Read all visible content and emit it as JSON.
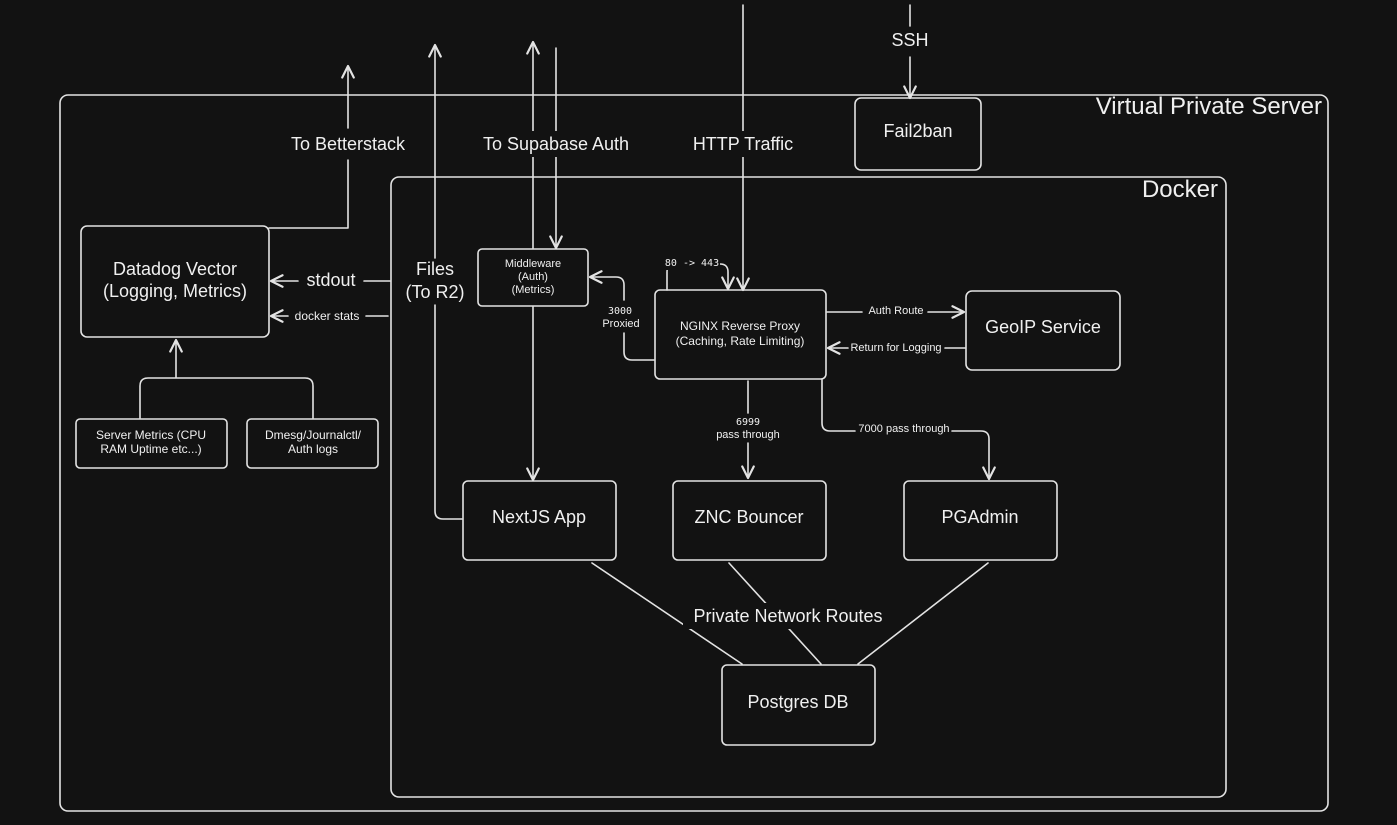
{
  "colors": {
    "background": "#121212",
    "stroke": "#e3e3e3",
    "text": "#f0f0f0"
  },
  "containers": {
    "vps": "Virtual Private Server",
    "docker": "Docker"
  },
  "nodes": {
    "fail2ban": "Fail2ban",
    "datadog_line1": "Datadog Vector",
    "datadog_line2": "(Logging, Metrics)",
    "server_metrics_line1": "Server Metrics (CPU",
    "server_metrics_line2": "RAM Uptime etc...)",
    "dmesg_line1": "Dmesg/Journalctl/",
    "dmesg_line2": "Auth logs",
    "middleware_line1": "Middleware",
    "middleware_line2": "(Auth)",
    "middleware_line3": "(Metrics)",
    "nginx_line1": "NGINX Reverse Proxy",
    "nginx_line2": "(Caching, Rate Limiting)",
    "geoip": "GeoIP Service",
    "nextjs": "NextJS App",
    "znc": "ZNC Bouncer",
    "pgadmin": "PGAdmin",
    "postgres": "Postgres DB"
  },
  "labels": {
    "ssh": "SSH",
    "to_betterstack": "To Betterstack",
    "to_supabase": "To Supabase Auth",
    "http_traffic": "HTTP Traffic",
    "stdout": "stdout",
    "docker_stats": "docker stats",
    "files_line1": "Files",
    "files_line2": "(To R2)",
    "port_80_443": "80 -> 443",
    "proxied_line1": "3000",
    "proxied_line2": "Proxied",
    "auth_route": "Auth Route",
    "return_logging": "Return for Logging",
    "pass_6999_line1": "6999",
    "pass_6999_line2": "pass through",
    "pass_7000": "7000 pass through",
    "private_network": "Private Network Routes"
  }
}
